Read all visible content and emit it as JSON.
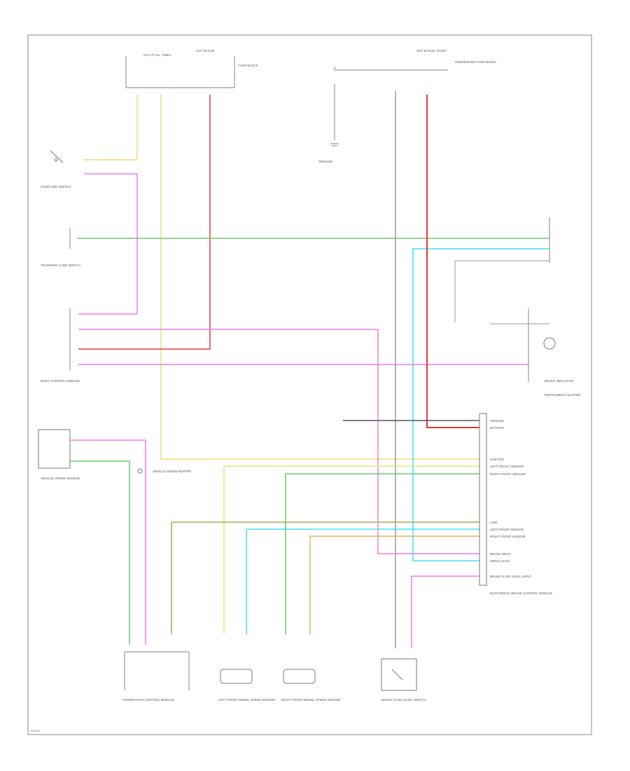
{
  "diagram": {
    "components": {
      "hot_at_all_times": {
        "label": "HOT AT ALL TIMES"
      },
      "hot_in_run": {
        "label": "HOT IN RUN"
      },
      "hot_in_run_start": {
        "label": "HOT IN RUN, START"
      },
      "stoplamp_switch": {
        "label": "STOPLAMP SWITCH"
      },
      "transfer_case_switch": {
        "label": "TRANSFER CASE SWITCH"
      },
      "body_control_module": {
        "label": "BODY CONTROL MODULE"
      },
      "vehicle_speed_sensor": {
        "label": "VEHICLE SPEED SENSOR"
      },
      "vehicle_speed_buffer": {
        "label": "VEHICLE SPEED BUFFER"
      },
      "instrument_cluster": {
        "label": "INSTRUMENT CLUSTER"
      },
      "brake_indicator": {
        "label": "BRAKE INDICATOR"
      },
      "ebcm": {
        "label": "ELECTRONIC BRAKE CONTROL MODULE"
      },
      "ground": {
        "label": "GROUND"
      },
      "powertrain_control_module": {
        "label": "POWERTRAIN CONTROL MODULE"
      },
      "left_front_wheel_speed_sensor": {
        "label": "LEFT FRONT WHEEL SPEED SENSOR"
      },
      "right_front_wheel_speed_sensor": {
        "label": "RIGHT FRONT WHEEL SPEED SENSOR"
      },
      "brake_fluid_level_switch": {
        "label": "BRAKE FLUID LEVEL SWITCH"
      }
    },
    "ebcm_pins": [
      "GROUND",
      "BATTERY",
      "IGNITION",
      "LEFT FRONT SENSOR",
      "RIGHT FRONT SENSOR",
      "LOW",
      "LEFT FRONT SENSOR",
      "RIGHT FRONT SENSOR",
      "BRAKE INPUT",
      "SERIAL DATA",
      "BRAKE FLUID LEVEL INPUT"
    ],
    "wire_colors": {
      "yellow": "#f0d878",
      "orange": "#e8b060",
      "pink": "#f07ce8",
      "red": "#e83838",
      "green": "#6ccc6c",
      "cyan": "#40e0f0",
      "lightyellow": "#e8e870",
      "olive": "#a8a850",
      "gray": "#999999",
      "frame": "#888888"
    },
    "footer_code": "W0000"
  }
}
